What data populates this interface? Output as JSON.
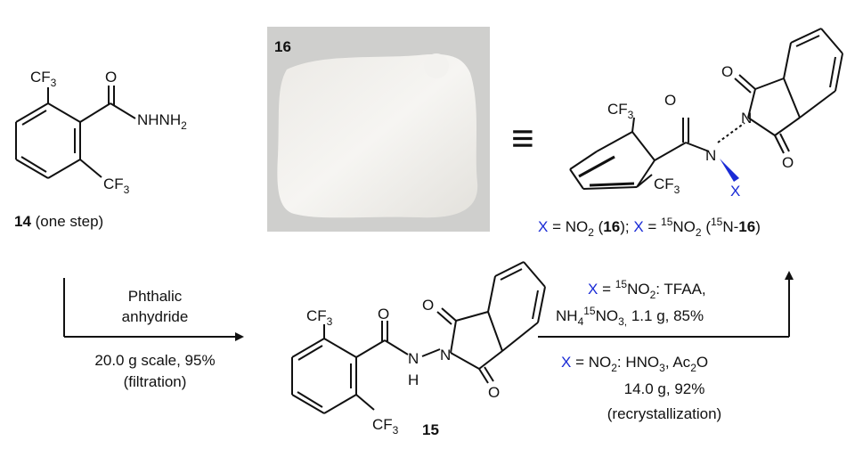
{
  "photo": {
    "label": "16"
  },
  "compound_14": {
    "cf3_top": "CF",
    "cf3_bottom": "CF",
    "carbonyl_o": "O",
    "hydrazide": "NHNH",
    "caption_num": "14",
    "caption_text": " (one step)"
  },
  "equiv_symbol": "≡",
  "compound_16": {
    "cf3_top": "CF",
    "cf3_bottom": "CF",
    "carbonyl_o": "O",
    "amide_n": "N",
    "imide_n": "N",
    "imide_o_top": "O",
    "imide_o_bottom": "O",
    "x_group": "X",
    "caption": {
      "x1": "X",
      "eq1": " = NO",
      "sub1": "2",
      "open1": " (",
      "num1": "16",
      "close1": "); ",
      "x2": "X",
      "eq2": " = ",
      "sup15a": "15",
      "no2": "NO",
      "sub2": "2",
      "open2": " (",
      "sup15b": "15",
      "n_label": "N-",
      "num2": "16",
      "close2": ")"
    }
  },
  "step1": {
    "line1": "Phthalic",
    "line2": "anhydride",
    "line3": "20.0 g scale, 95%",
    "line4": "(filtration)"
  },
  "compound_15": {
    "cf3_top": "CF",
    "cf3_bottom": "CF",
    "carbonyl_o": "O",
    "nh_n": "N",
    "nh_h": "H",
    "imide_n": "N",
    "imide_o_top": "O",
    "imide_o_bottom": "O",
    "caption_num": "15"
  },
  "step2_top": {
    "x": "X",
    "eq": " = ",
    "sup15": "15",
    "no": "NO",
    "sub": "2",
    "reagent": ": TFAA,",
    "nh": "NH",
    "nh_sub": "4",
    "sup15b": "15",
    "no3": "NO",
    "no3_sub": "3,",
    "amount": " 1.1 g, 85%"
  },
  "step2_bottom": {
    "x": "X",
    "eq": " = NO",
    "sub": "2",
    "reagent": ": HNO",
    "sub3": "3",
    "comma": ", Ac",
    "sub2": "2",
    "o": "O",
    "line2": "14.0 g, 92%",
    "line3": "(recrystallization)"
  },
  "subscript_3": "3",
  "subscript_2": "2"
}
